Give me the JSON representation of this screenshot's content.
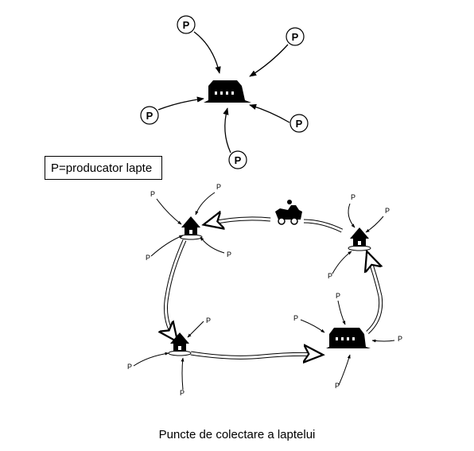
{
  "legend": {
    "text": "P=producator lapte"
  },
  "caption": {
    "text": "Puncte de colectare a laptelui"
  },
  "producer_label": "P",
  "icons": {
    "central_station": "collection-house-icon",
    "small_station": "hut-icon",
    "transport": "horse-cart-icon"
  },
  "colors": {
    "ink": "#000000",
    "background": "#ffffff"
  }
}
